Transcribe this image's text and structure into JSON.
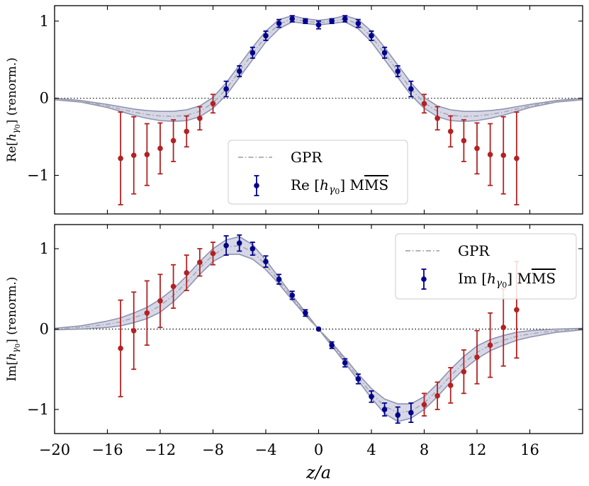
{
  "x_label": "z/a",
  "x_ticks": [
    "−20",
    "−16",
    "−12",
    "−8",
    "−4",
    "0",
    "4",
    "8",
    "12",
    "16"
  ],
  "x_tick_values": [
    -20,
    -16,
    -12,
    -8,
    -4,
    0,
    4,
    8,
    12,
    16
  ],
  "colors": {
    "blue_points": "#00008b",
    "red_points": "#b22222",
    "band_fill": "#c8cbe0",
    "band_edge": "#8f93b0",
    "gpr_line": "#a9a9a9"
  },
  "chart_data": [
    {
      "type": "scatter",
      "ylabel": "Re[hγ0] (renorm.)",
      "xlim": [
        -20,
        20
      ],
      "ylim": [
        -1.5,
        1.2
      ],
      "y_ticks": [
        "−1",
        "0",
        "1"
      ],
      "y_tick_values": [
        -1,
        0,
        1
      ],
      "grid": false,
      "zero_line": "dotted",
      "legend_position": "lower-center",
      "legend": {
        "gpr": "GPR",
        "points": "Re [hγ0] MMS"
      },
      "gpr": {
        "x": [
          -20,
          -18,
          -16,
          -15,
          -14,
          -13,
          -12,
          -11,
          -10,
          -9,
          -8,
          -7,
          -6,
          -5,
          -4,
          -3,
          -2,
          -1,
          0,
          1,
          2,
          3,
          4,
          5,
          6,
          7,
          8,
          9,
          10,
          11,
          12,
          13,
          14,
          15,
          16,
          18,
          20
        ],
        "mean": [
          -0.01,
          -0.04,
          -0.1,
          -0.14,
          -0.18,
          -0.21,
          -0.23,
          -0.235,
          -0.22,
          -0.17,
          -0.06,
          0.12,
          0.35,
          0.58,
          0.8,
          0.96,
          1.03,
          1.0,
          0.98,
          1.0,
          1.03,
          0.96,
          0.8,
          0.58,
          0.35,
          0.12,
          -0.06,
          -0.17,
          -0.22,
          -0.235,
          -0.23,
          -0.21,
          -0.18,
          -0.14,
          -0.1,
          -0.04,
          -0.01
        ],
        "upper": [
          0.0,
          -0.03,
          -0.08,
          -0.11,
          -0.14,
          -0.16,
          -0.17,
          -0.17,
          -0.15,
          -0.1,
          0.01,
          0.2,
          0.43,
          0.66,
          0.87,
          1.02,
          1.07,
          1.03,
          1.01,
          1.03,
          1.07,
          1.02,
          0.87,
          0.66,
          0.43,
          0.2,
          0.01,
          -0.1,
          -0.15,
          -0.17,
          -0.17,
          -0.16,
          -0.14,
          -0.11,
          -0.08,
          -0.03,
          0.0
        ],
        "lower": [
          -0.02,
          -0.05,
          -0.12,
          -0.17,
          -0.22,
          -0.26,
          -0.29,
          -0.3,
          -0.29,
          -0.24,
          -0.13,
          0.04,
          0.27,
          0.5,
          0.73,
          0.9,
          0.99,
          0.97,
          0.95,
          0.97,
          0.99,
          0.9,
          0.73,
          0.5,
          0.27,
          0.04,
          -0.13,
          -0.24,
          -0.29,
          -0.3,
          -0.29,
          -0.26,
          -0.22,
          -0.17,
          -0.12,
          -0.05,
          -0.02
        ]
      },
      "points_blue": [
        {
          "x": -7,
          "y": 0.12,
          "err": 0.1
        },
        {
          "x": -6,
          "y": 0.35,
          "err": 0.07
        },
        {
          "x": -5,
          "y": 0.59,
          "err": 0.07
        },
        {
          "x": -4,
          "y": 0.81,
          "err": 0.06
        },
        {
          "x": -3,
          "y": 0.97,
          "err": 0.05
        },
        {
          "x": -2,
          "y": 1.03,
          "err": 0.04
        },
        {
          "x": -1,
          "y": 1.0,
          "err": 0.03
        },
        {
          "x": 0,
          "y": 0.95,
          "err": 0.05
        },
        {
          "x": 1,
          "y": 1.0,
          "err": 0.03
        },
        {
          "x": 2,
          "y": 1.03,
          "err": 0.04
        },
        {
          "x": 3,
          "y": 0.97,
          "err": 0.05
        },
        {
          "x": 4,
          "y": 0.81,
          "err": 0.06
        },
        {
          "x": 5,
          "y": 0.59,
          "err": 0.07
        },
        {
          "x": 6,
          "y": 0.35,
          "err": 0.07
        },
        {
          "x": 7,
          "y": 0.12,
          "err": 0.1
        }
      ],
      "points_red": [
        {
          "x": -15,
          "y": -0.78,
          "err": 0.6
        },
        {
          "x": -14,
          "y": -0.74,
          "err": 0.5
        },
        {
          "x": -13,
          "y": -0.73,
          "err": 0.4
        },
        {
          "x": -12,
          "y": -0.65,
          "err": 0.33
        },
        {
          "x": -11,
          "y": -0.55,
          "err": 0.27
        },
        {
          "x": -10,
          "y": -0.43,
          "err": 0.2
        },
        {
          "x": -9,
          "y": -0.26,
          "err": 0.15
        },
        {
          "x": -8,
          "y": -0.07,
          "err": 0.12
        },
        {
          "x": 8,
          "y": -0.07,
          "err": 0.12
        },
        {
          "x": 9,
          "y": -0.26,
          "err": 0.15
        },
        {
          "x": 10,
          "y": -0.43,
          "err": 0.2
        },
        {
          "x": 11,
          "y": -0.55,
          "err": 0.27
        },
        {
          "x": 12,
          "y": -0.65,
          "err": 0.33
        },
        {
          "x": 13,
          "y": -0.73,
          "err": 0.4
        },
        {
          "x": 14,
          "y": -0.74,
          "err": 0.5
        },
        {
          "x": 15,
          "y": -0.78,
          "err": 0.6
        }
      ]
    },
    {
      "type": "scatter",
      "ylabel": "Im[hγ0] (renorm.)",
      "xlim": [
        -20,
        20
      ],
      "ylim": [
        -1.3,
        1.3
      ],
      "y_ticks": [
        "−1",
        "0",
        "1"
      ],
      "y_tick_values": [
        -1,
        0,
        1
      ],
      "grid": false,
      "zero_line": "dotted",
      "legend_position": "upper-right",
      "legend": {
        "gpr": "GPR",
        "points": "Im [hγ0] MMS"
      },
      "gpr": {
        "x": [
          -20,
          -18,
          -16,
          -15,
          -14,
          -13,
          -12,
          -11,
          -10,
          -9,
          -8,
          -7,
          -6,
          -5,
          -4,
          -3,
          -2,
          -1,
          0,
          1,
          2,
          3,
          4,
          5,
          6,
          7,
          8,
          9,
          10,
          11,
          12,
          13,
          14,
          15,
          16,
          18,
          20
        ],
        "mean": [
          0.0,
          0.02,
          0.06,
          0.09,
          0.14,
          0.2,
          0.29,
          0.42,
          0.58,
          0.76,
          0.92,
          1.02,
          1.04,
          0.96,
          0.8,
          0.6,
          0.39,
          0.19,
          0.0,
          -0.19,
          -0.39,
          -0.6,
          -0.8,
          -0.96,
          -1.04,
          -1.02,
          -0.92,
          -0.76,
          -0.58,
          -0.42,
          -0.29,
          -0.2,
          -0.14,
          -0.09,
          -0.06,
          -0.02,
          0.0
        ],
        "upper": [
          0.01,
          0.04,
          0.1,
          0.14,
          0.2,
          0.27,
          0.37,
          0.5,
          0.66,
          0.84,
          1.0,
          1.11,
          1.15,
          1.05,
          0.86,
          0.64,
          0.42,
          0.21,
          0.0,
          -0.17,
          -0.36,
          -0.56,
          -0.74,
          -0.87,
          -0.93,
          -0.93,
          -0.84,
          -0.68,
          -0.5,
          -0.34,
          -0.21,
          -0.13,
          -0.08,
          -0.04,
          -0.02,
          0.0,
          0.01
        ],
        "lower": [
          -0.01,
          0.0,
          0.02,
          0.04,
          0.08,
          0.13,
          0.21,
          0.34,
          0.5,
          0.68,
          0.84,
          0.93,
          0.93,
          0.87,
          0.74,
          0.56,
          0.36,
          0.17,
          0.0,
          -0.21,
          -0.42,
          -0.64,
          -0.86,
          -1.05,
          -1.15,
          -1.11,
          -1.0,
          -0.84,
          -0.66,
          -0.5,
          -0.37,
          -0.27,
          -0.2,
          -0.14,
          -0.1,
          -0.04,
          -0.01
        ]
      },
      "points_blue": [
        {
          "x": -7,
          "y": 1.04,
          "err": 0.12
        },
        {
          "x": -6,
          "y": 1.07,
          "err": 0.1
        },
        {
          "x": -5,
          "y": 1.0,
          "err": 0.08
        },
        {
          "x": -4,
          "y": 0.84,
          "err": 0.07
        },
        {
          "x": -3,
          "y": 0.62,
          "err": 0.06
        },
        {
          "x": -2,
          "y": 0.42,
          "err": 0.05
        },
        {
          "x": -1,
          "y": 0.2,
          "err": 0.04
        },
        {
          "x": 0,
          "y": 0.0,
          "err": 0.01
        },
        {
          "x": 1,
          "y": -0.2,
          "err": 0.04
        },
        {
          "x": 2,
          "y": -0.42,
          "err": 0.05
        },
        {
          "x": 3,
          "y": -0.62,
          "err": 0.06
        },
        {
          "x": 4,
          "y": -0.84,
          "err": 0.07
        },
        {
          "x": 5,
          "y": -1.0,
          "err": 0.08
        },
        {
          "x": 6,
          "y": -1.07,
          "err": 0.1
        },
        {
          "x": 7,
          "y": -1.04,
          "err": 0.12
        }
      ],
      "points_red": [
        {
          "x": -15,
          "y": -0.24,
          "err": 0.6
        },
        {
          "x": -14,
          "y": -0.02,
          "err": 0.48
        },
        {
          "x": -13,
          "y": 0.2,
          "err": 0.4
        },
        {
          "x": -12,
          "y": 0.35,
          "err": 0.33
        },
        {
          "x": -11,
          "y": 0.53,
          "err": 0.27
        },
        {
          "x": -10,
          "y": 0.7,
          "err": 0.22
        },
        {
          "x": -9,
          "y": 0.83,
          "err": 0.17
        },
        {
          "x": -8,
          "y": 0.94,
          "err": 0.14
        },
        {
          "x": 8,
          "y": -0.94,
          "err": 0.14
        },
        {
          "x": 9,
          "y": -0.83,
          "err": 0.17
        },
        {
          "x": 10,
          "y": -0.7,
          "err": 0.22
        },
        {
          "x": 11,
          "y": -0.53,
          "err": 0.27
        },
        {
          "x": 12,
          "y": -0.35,
          "err": 0.33
        },
        {
          "x": 13,
          "y": -0.2,
          "err": 0.4
        },
        {
          "x": 14,
          "y": 0.02,
          "err": 0.48
        },
        {
          "x": 15,
          "y": 0.24,
          "err": 0.6
        }
      ]
    }
  ]
}
